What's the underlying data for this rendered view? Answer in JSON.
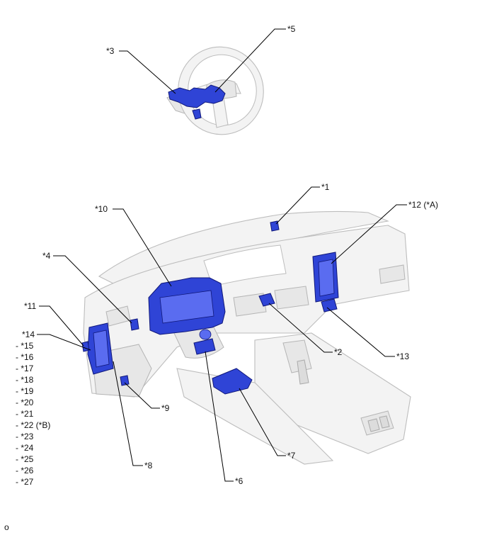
{
  "callouts": {
    "c1": "*1",
    "c2": "*2",
    "c3": "*3",
    "c4": "*4",
    "c5": "*5",
    "c6": "*6",
    "c7": "*7",
    "c8": "*8",
    "c9": "*9",
    "c10": "*10",
    "c11": "*11",
    "c12": "*12 (*A)",
    "c13": "*13",
    "c14": "*14"
  },
  "group_list": [
    "- *15",
    "- *16",
    "- *17",
    "- *18",
    "- *19",
    "- *20",
    "- *21",
    "- *22 (*B)",
    "- *23",
    "- *24",
    "- *25",
    "- *26",
    "- *27"
  ],
  "figure_id": "o",
  "colors": {
    "part": "#2f44d6",
    "line": "#000000",
    "shell": "#f3f3f3"
  }
}
